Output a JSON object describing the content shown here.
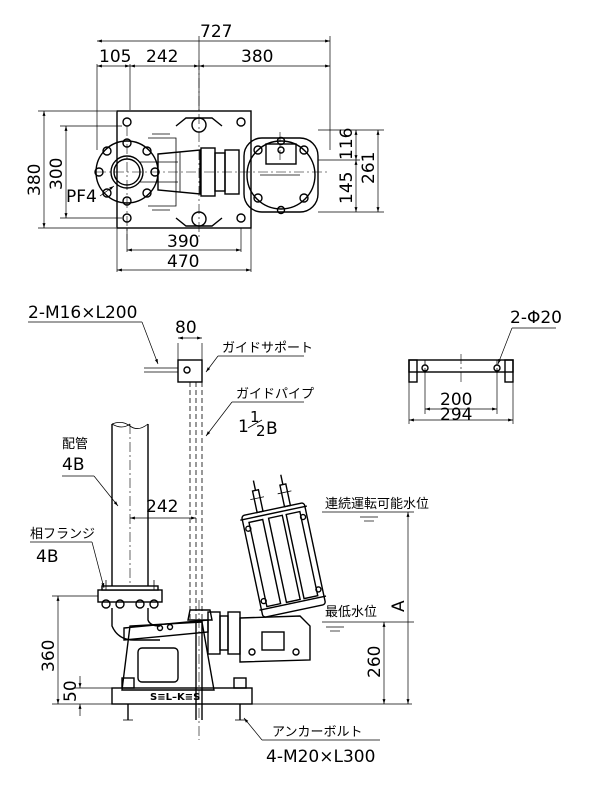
{
  "top_view": {
    "overall_width": "727",
    "seg_105": "105",
    "seg_242": "242",
    "seg_380": "380",
    "height_380": "380",
    "height_300": "300",
    "thread": "PF4",
    "width_390": "390",
    "width_470": "470",
    "dim_116": "116",
    "dim_145": "145",
    "dim_261": "261"
  },
  "guide_bracket": {
    "hole": "2-Φ20",
    "pitch": "200",
    "width": "294"
  },
  "side_view": {
    "bolt_spec": "2-M16×L200",
    "support_width": "80",
    "guide_support": "ガイドサポート",
    "guide_pipe": "ガイドパイプ",
    "guide_pipe_size_whole": "1",
    "guide_pipe_size_num": "1",
    "guide_pipe_size_den": "2",
    "guide_pipe_size_unit": "B",
    "piping": "配管",
    "piping_size": "4B",
    "pipe_offset": "242",
    "mating_flange": "相フランジ",
    "mating_flange_size": "4B",
    "continuous_level": "連続運転可能水位",
    "min_level": "最低水位",
    "dim_A": "A",
    "dim_360": "360",
    "dim_50": "50",
    "dim_260": "260",
    "anchor_bolt": "アンカーボルト",
    "anchor_spec": "4-M20×L300",
    "base_mark": "S≡L–K≡S"
  }
}
